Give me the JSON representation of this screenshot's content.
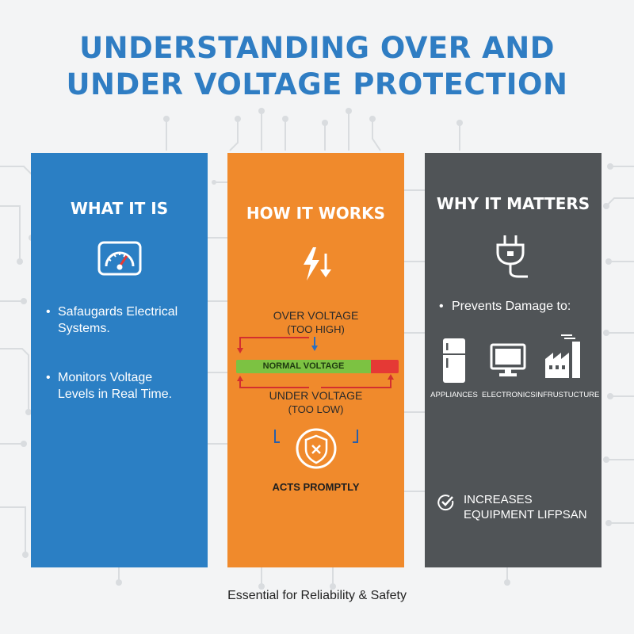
{
  "title": {
    "line1": "UNDERSTANDING OVER AND",
    "line2": "UNDER VOLTAGE PROTECTION"
  },
  "panels": {
    "what": {
      "title": "WHAT IT IS",
      "icon": "gauge-icon",
      "color": "#2b7fc4",
      "bullets": [
        {
          "line1": "Safaugards Electrical",
          "line2": "Systems."
        },
        {
          "line1": "Monitors Voltage",
          "line2": "Levels in Real Time."
        }
      ]
    },
    "how": {
      "title": "HOW IT WORKS",
      "icon": "lightning-arrow-icon",
      "color": "#f08a2c",
      "over_label": "OVER VOLTAGE",
      "over_sub": "(TOO HIGH)",
      "normal_label": "NORMAL VOLTAGE",
      "under_label": "UNDER VOLTAGE",
      "under_sub": "(TOO LOW)",
      "acts_label": "ACTS PROMPTLY",
      "shield_icon": "shield-x-icon"
    },
    "why": {
      "title": "WHY IT MATTERS",
      "icon": "plug-icon",
      "color": "#505457",
      "bullet": "Prevents Damage to:",
      "categories": [
        {
          "label": "APPLIANCES",
          "icon": "fridge-icon"
        },
        {
          "label": "ELECTRONICS",
          "icon": "monitor-icon"
        },
        {
          "label": "INFRUSTUCTURE",
          "icon": "factory-icon"
        }
      ],
      "benefit_line1": "INCREASES",
      "benefit_line2": "EQUIPMENT LIFPSAN"
    }
  },
  "footer": "Essential for Reliability & Safety",
  "colors": {
    "title": "#2f7dc3",
    "green_bar": "#7cc242",
    "red_bar": "#e53935",
    "background": "#f3f4f5"
  }
}
